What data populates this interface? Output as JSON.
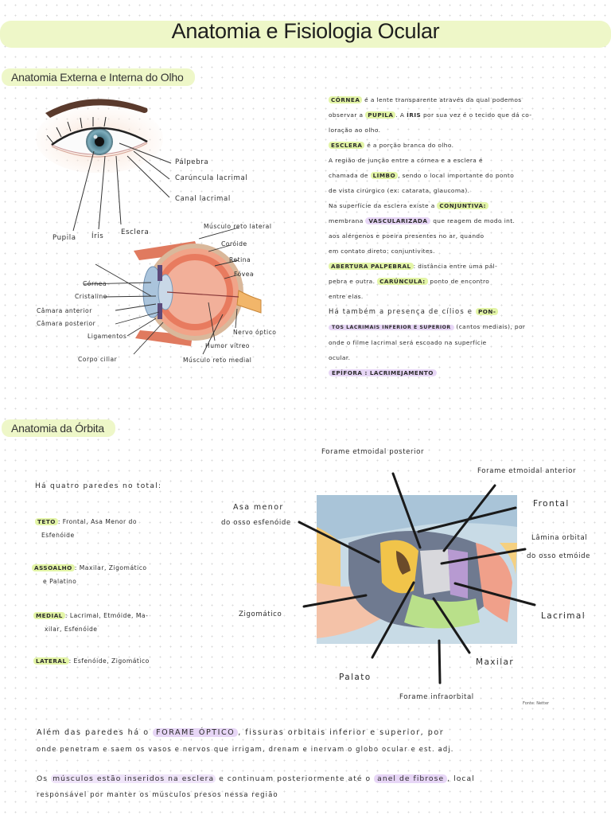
{
  "page": {
    "title": "Anatomia e Fisiologia Ocular"
  },
  "section1": {
    "heading": "Anatomia Externa e Interna do Olho",
    "labels": {
      "palpebra": "Pálpebra",
      "caruncula": "Carúncula lacrimal",
      "canal": "Canal lacrimal",
      "pupila": "Pupila",
      "iris": "Íris",
      "esclera": "Esclera",
      "musculo_lateral": "Músculo reto lateral",
      "coroide": "Coróide",
      "retina": "Retina",
      "fovea": "Fóvea",
      "cornea": "Córnea",
      "cristalino": "Cristalino",
      "camara_anterior": "Câmara anterior",
      "camara_posterior": "Câmara posterior",
      "ligamentos": "Ligamentos",
      "corpo_ciliar": "Corpo ciliar",
      "nervo_optico": "Nervo óptico",
      "humor_vitreo": "Humor vítreo",
      "musculo_medial": "Músculo reto medial"
    },
    "notes": {
      "l1a": "CÓRNEA",
      "l1b": " é a lente transparente através da qual podemos",
      "l2a": "observar a ",
      "l2b": "PUPILA",
      "l2c": ". A ",
      "l2d": "ÍRIS",
      "l2e": " por sua vez é o tecido que dá co-",
      "l3": "loração ao olho.",
      "l4a": "ESCLERA",
      "l4b": " é a porção branca do olho.",
      "l5": "A região de junção entre a córnea e a esclera é",
      "l6a": "chamada de ",
      "l6b": "LIMBO",
      "l6c": ", sendo o local importante do ponto",
      "l7": "de vista cirúrgico (ex: catarata, glaucoma).",
      "l8a": "Na superfície da esclera existe a ",
      "l8b": "CONJUNTIVA:",
      "l9a": "membrana ",
      "l9b": "VASCULARIZADA",
      "l9c": " que reagem de modo int.",
      "l10": "aos alérgenos e poeira presentes no ar, quando",
      "l11": "em contato direto: conjuntivites.",
      "l12a": "ABERTURA PALPEBRAL",
      "l12b": ": distância entre uma pál-",
      "l13a": "pebra e outra. ",
      "l13b": "CARÚNCULA:",
      "l13c": " ponto de encontro",
      "l14": "entre elas.",
      "l15a": "Há também a presença de cílios e ",
      "l15b": "PON-",
      "l16a": "TOS LACRIMAIS INFERIOR E SUPERIOR",
      "l16b": " (cantos mediais), por",
      "l17": "onde o filme lacrimal será escoado na superfície",
      "l18": "ocular.",
      "l19": "EPÍFORA : LACRIMEJAMENTO"
    }
  },
  "section2": {
    "heading": "Anatomia da Órbita",
    "intro": "Há quatro paredes no total:",
    "walls": {
      "teto_label": "TETO",
      "teto_text": ": Frontal, Asa Menor do",
      "teto_text2": "Esfenóide",
      "assoalho_label": "ASSOALHO",
      "assoalho_text": ": Maxilar, Zigomático",
      "assoalho_text2": "e Palatino",
      "medial_label": "MEDIAL",
      "medial_text": ": Lacrimal, Etmóide, Ma-",
      "medial_text2": "xilar, Esfenóide",
      "lateral_label": "LATERAL",
      "lateral_text": ": Esfenóide, Zigomático"
    },
    "orbit_labels": {
      "forame_post": "Forame etmoidal posterior",
      "forame_ant": "Forame etmoidal anterior",
      "frontal": "Frontal",
      "asa1": "Asa menor",
      "asa2": "do osso esfenóide",
      "lamina1": "Lâmina orbital",
      "lamina2": "do osso etmóide",
      "zigomatico": "Zigomático",
      "lacrimal": "Lacrimal",
      "maxilar": "Maxilar",
      "palato": "Palato",
      "forame_infra": "Forame infraorbital",
      "fonte": "Fonte: Netter"
    }
  },
  "footer": {
    "p1a": "Além das paredes há o ",
    "p1b": "FORAME ÓPTICO",
    "p1c": ", fissuras orbitais inferior e superior, por",
    "p2": "onde penetram e saem os vasos e nervos que irrigam, drenam e inervam o globo ocular e est. adj.",
    "p3a": "Os ",
    "p3b": "músculos estão inseridos na esclera",
    "p3c": " e continuam posteriormente até o ",
    "p3d": "anel de fibrose",
    "p3e": ", local",
    "p4": "responsável por manter os músculos presos nessa região"
  }
}
